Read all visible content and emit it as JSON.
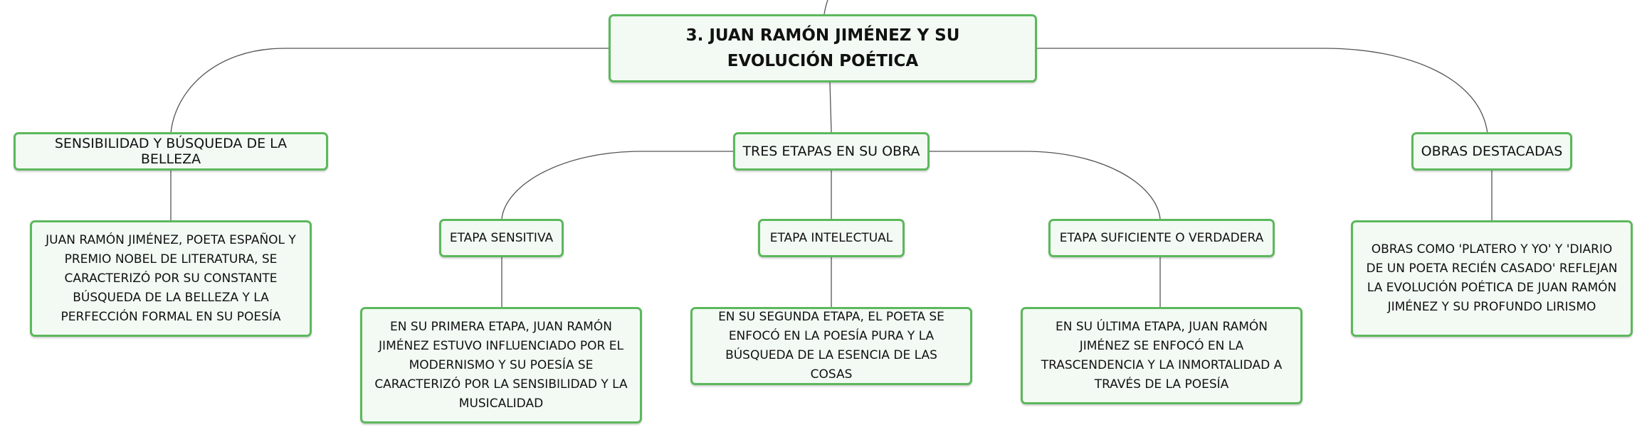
{
  "colors": {
    "border": "#5cb85c",
    "fill": "#f2faf3",
    "line": "#555555"
  },
  "root": {
    "title": "3. JUAN RAMÓN JIMÉNEZ Y SU EVOLUCIÓN POÉTICA"
  },
  "branches": {
    "sensibilidad": {
      "label": "SENSIBILIDAD Y BÚSQUEDA DE LA BELLEZA",
      "detail": "JUAN RAMÓN JIMÉNEZ, POETA ESPAÑOL Y PREMIO NOBEL DE LITERATURA, SE CARACTERIZÓ POR SU CONSTANTE BÚSQUEDA DE LA BELLEZA Y LA PERFECCIÓN FORMAL EN SU POESÍA"
    },
    "etapas": {
      "label": "TRES ETAPAS EN SU OBRA",
      "children": [
        {
          "label": "ETAPA SENSITIVA",
          "detail": "EN SU PRIMERA ETAPA, JUAN RAMÓN JIMÉNEZ ESTUVO INFLUENCIADO POR EL MODERNISMO Y SU POESÍA SE CARACTERIZÓ POR LA SENSIBILIDAD Y LA MUSICALIDAD"
        },
        {
          "label": "ETAPA INTELECTUAL",
          "detail": "EN SU SEGUNDA ETAPA, EL POETA SE ENFOCÓ EN LA POESÍA PURA Y LA BÚSQUEDA DE LA ESENCIA DE LAS COSAS"
        },
        {
          "label": "ETAPA SUFICIENTE O VERDADERA",
          "detail": "EN SU ÚLTIMA ETAPA, JUAN RAMÓN JIMÉNEZ SE ENFOCÓ EN LA TRASCENDENCIA Y LA INMORTALIDAD A TRAVÉS DE LA POESÍA"
        }
      ]
    },
    "obras": {
      "label": "OBRAS DESTACADAS",
      "detail": "OBRAS COMO 'PLATERO Y YO' Y 'DIARIO DE UN POETA RECIÉN CASADO' REFLEJAN LA EVOLUCIÓN POÉTICA DE JUAN RAMÓN JIMÉNEZ Y SU PROFUNDO LIRISMO"
    }
  }
}
